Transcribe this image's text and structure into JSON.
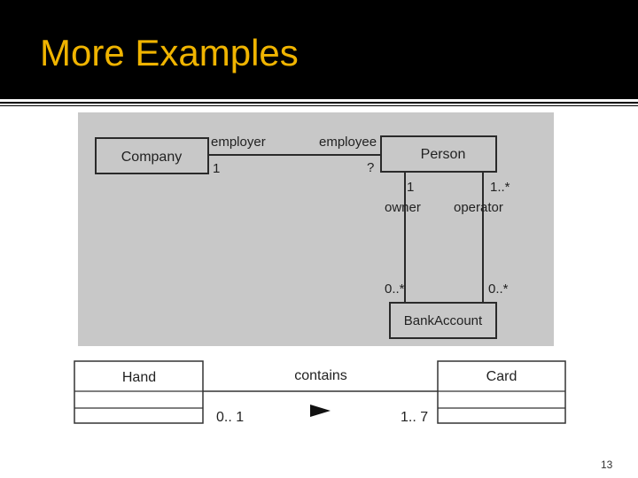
{
  "slide": {
    "title": "More Examples",
    "page_number": "13"
  },
  "diagram1": {
    "company": "Company",
    "person": "Person",
    "bank_account": "BankAccount",
    "employer_role": "employer",
    "employee_role": "employee",
    "company_multiplicity": "1",
    "person_multiplicity": "?",
    "owner_role": "owner",
    "operator_role": "operator",
    "owner_person_multiplicity": "1",
    "operator_person_multiplicity": "1..*",
    "owner_account_multiplicity": "0..*",
    "operator_account_multiplicity": "0..*"
  },
  "diagram2": {
    "hand": "Hand",
    "card": "Card",
    "association_label": "contains",
    "hand_multiplicity": "0.. 1",
    "card_multiplicity": "1.. 7"
  },
  "colors": {
    "title": "#f0b400",
    "title_bar": "#000000",
    "scan_background": "#c8c8c8"
  }
}
